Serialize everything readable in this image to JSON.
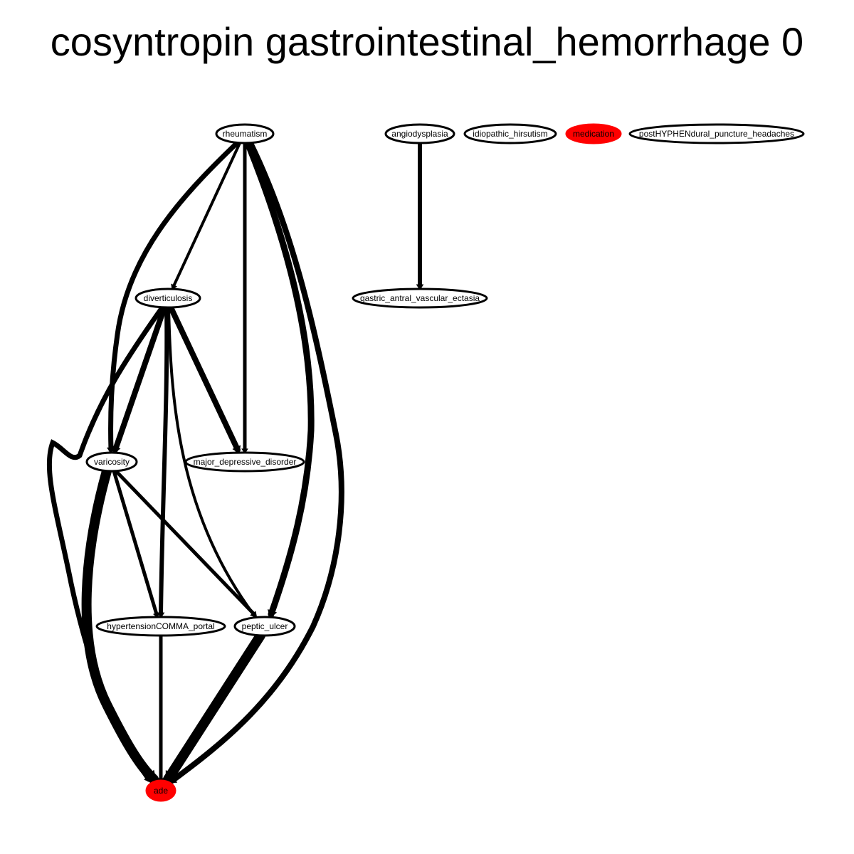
{
  "title": "cosyntropin gastrointestinal_hemorrhage 0",
  "colors": {
    "highlight": "#ff0000",
    "edge": "#000000",
    "node_fill": "#ffffff"
  },
  "nodes": [
    {
      "id": "rheumatism",
      "label": "rheumatism",
      "highlight": false
    },
    {
      "id": "angiodysplasia",
      "label": "angiodysplasia",
      "highlight": false
    },
    {
      "id": "idiopathic_hirsutism",
      "label": "idiopathic_hirsutism",
      "highlight": false
    },
    {
      "id": "medication",
      "label": "medication",
      "highlight": true
    },
    {
      "id": "post_dural",
      "label": "postHYPHENdural_puncture_headaches",
      "highlight": false
    },
    {
      "id": "diverticulosis",
      "label": "diverticulosis",
      "highlight": false
    },
    {
      "id": "gave",
      "label": "gastric_antral_vascular_ectasia",
      "highlight": false
    },
    {
      "id": "varicosity",
      "label": "varicosity",
      "highlight": false
    },
    {
      "id": "mdd",
      "label": "major_depressive_disorder",
      "highlight": false
    },
    {
      "id": "htn_portal",
      "label": "hypertensionCOMMA_portal",
      "highlight": false
    },
    {
      "id": "peptic_ulcer",
      "label": "peptic_ulcer",
      "highlight": false
    },
    {
      "id": "ade",
      "label": "ade",
      "highlight": true
    }
  ],
  "edges": [
    {
      "from": "rheumatism",
      "to": "diverticulosis"
    },
    {
      "from": "rheumatism",
      "to": "varicosity"
    },
    {
      "from": "rheumatism",
      "to": "mdd"
    },
    {
      "from": "rheumatism",
      "to": "peptic_ulcer"
    },
    {
      "from": "rheumatism",
      "to": "ade"
    },
    {
      "from": "angiodysplasia",
      "to": "gave"
    },
    {
      "from": "diverticulosis",
      "to": "varicosity"
    },
    {
      "from": "diverticulosis",
      "to": "mdd"
    },
    {
      "from": "diverticulosis",
      "to": "htn_portal"
    },
    {
      "from": "diverticulosis",
      "to": "peptic_ulcer"
    },
    {
      "from": "diverticulosis",
      "to": "ade"
    },
    {
      "from": "varicosity",
      "to": "htn_portal"
    },
    {
      "from": "varicosity",
      "to": "peptic_ulcer"
    },
    {
      "from": "varicosity",
      "to": "ade"
    },
    {
      "from": "htn_portal",
      "to": "ade"
    },
    {
      "from": "peptic_ulcer",
      "to": "ade"
    }
  ]
}
